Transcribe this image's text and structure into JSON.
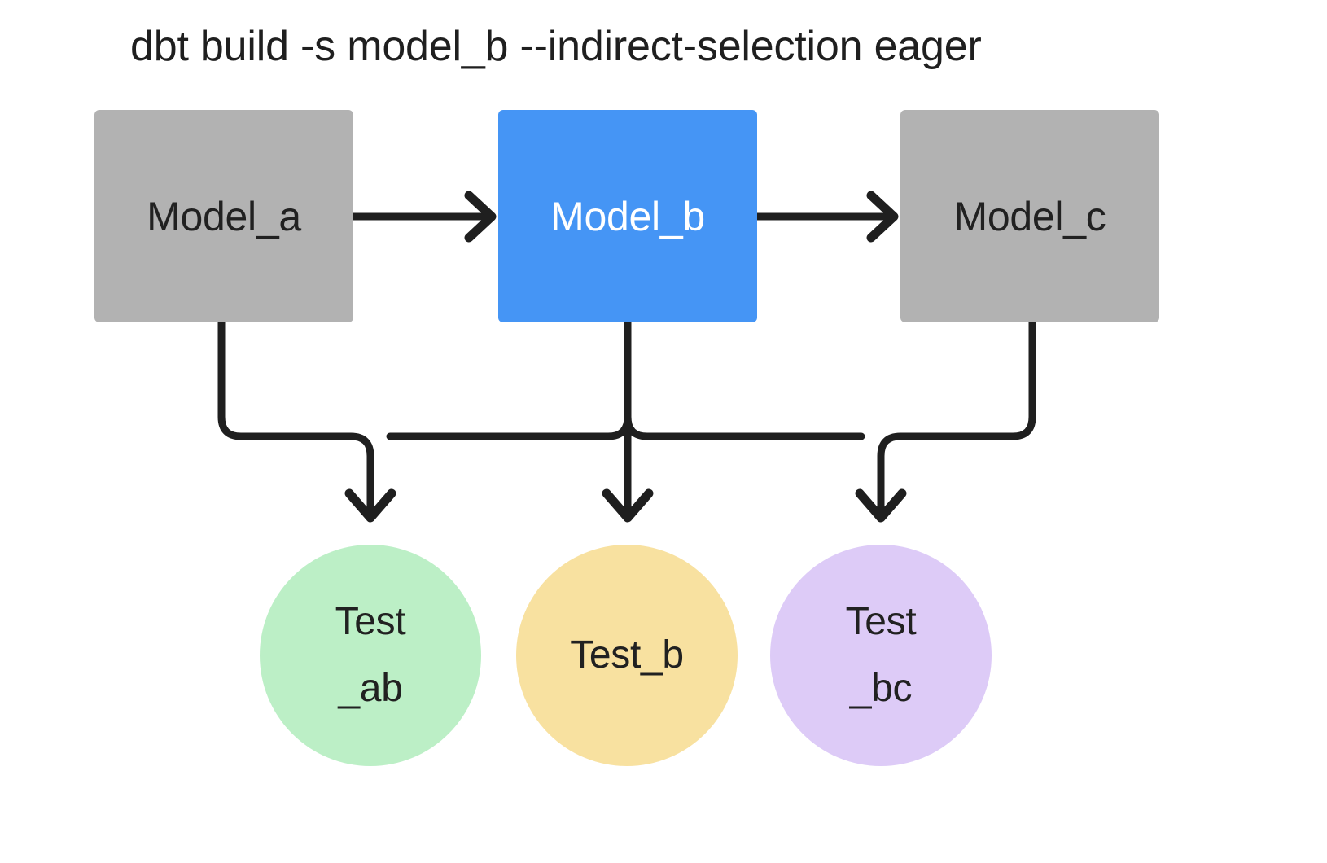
{
  "diagram": {
    "title": "dbt build -s model_b --indirect-selection eager",
    "background": "#ffffff",
    "edge_color": "#1f1f1f",
    "colors": {
      "model_unselected": "#b2b2b2",
      "model_selected": "#4595f5",
      "test_ab": "#bcefc6",
      "test_b": "#f8e1a0",
      "test_bc": "#ddcbf7",
      "text_dark": "#212121",
      "text_light": "#ffffff"
    },
    "models": [
      {
        "id": "model_a",
        "label": "Model_a",
        "shape": "rectangle",
        "fill": "#b2b2b2",
        "text_color": "#212121",
        "selected": false
      },
      {
        "id": "model_b",
        "label": "Model_b",
        "shape": "rectangle",
        "fill": "#4595f5",
        "text_color": "#ffffff",
        "selected": true
      },
      {
        "id": "model_c",
        "label": "Model_c",
        "shape": "rectangle",
        "fill": "#b2b2b2",
        "text_color": "#212121",
        "selected": false
      }
    ],
    "tests": [
      {
        "id": "test_ab",
        "label_line1": "Test",
        "label_line2": "_ab",
        "shape": "circle",
        "fill": "#bcefc6"
      },
      {
        "id": "test_b",
        "label_line1": "Test_b",
        "label_line2": "",
        "shape": "circle",
        "fill": "#f8e1a0"
      },
      {
        "id": "test_bc",
        "label_line1": "Test",
        "label_line2": "_bc",
        "shape": "circle",
        "fill": "#ddcbf7"
      }
    ],
    "edges": [
      {
        "from": "model_a",
        "to": "model_b",
        "style": "arrow-right"
      },
      {
        "from": "model_b",
        "to": "model_c",
        "style": "arrow-right"
      },
      {
        "from": "model_a",
        "to": "test_ab",
        "style": "elbow-down"
      },
      {
        "from": "model_b",
        "to": "test_ab",
        "style": "elbow-down"
      },
      {
        "from": "model_b",
        "to": "test_b",
        "style": "straight-down"
      },
      {
        "from": "model_b",
        "to": "test_bc",
        "style": "elbow-down"
      },
      {
        "from": "model_c",
        "to": "test_bc",
        "style": "elbow-down"
      }
    ]
  }
}
